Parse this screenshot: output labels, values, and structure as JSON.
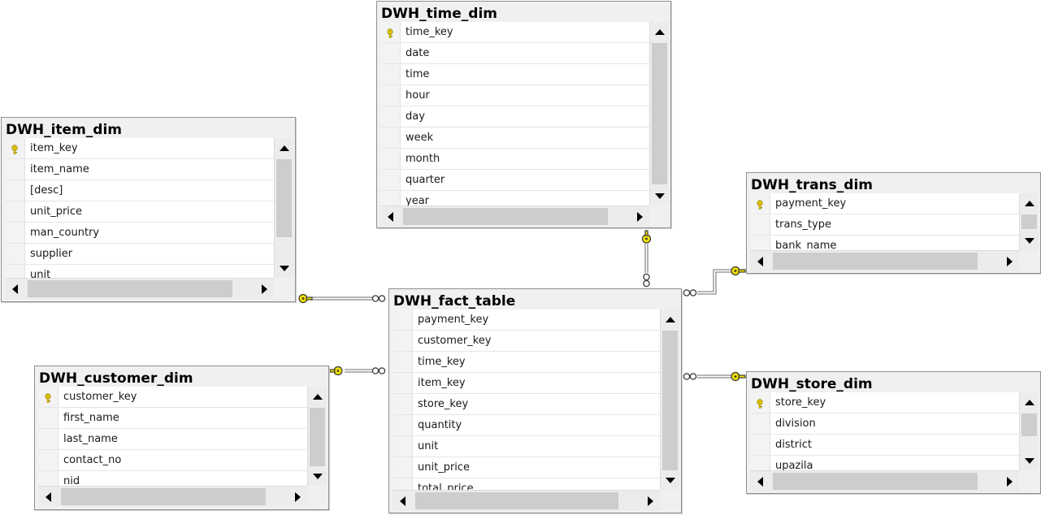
{
  "diagram": {
    "key_icon": "primary-key-icon",
    "link_colors": {
      "line": "#6e6e6e",
      "key_end": "#f0e000"
    },
    "tables": {
      "time_dim": {
        "title": "DWH_time_dim",
        "columns": [
          {
            "name": "time_key",
            "primary_key": true
          },
          {
            "name": "date",
            "primary_key": false
          },
          {
            "name": "time",
            "primary_key": false
          },
          {
            "name": "hour",
            "primary_key": false
          },
          {
            "name": "day",
            "primary_key": false
          },
          {
            "name": "week",
            "primary_key": false
          },
          {
            "name": "month",
            "primary_key": false
          },
          {
            "name": "quarter",
            "primary_key": false
          },
          {
            "name": "year",
            "primary_key": false
          }
        ]
      },
      "item_dim": {
        "title": "DWH_item_dim",
        "columns": [
          {
            "name": "item_key",
            "primary_key": true
          },
          {
            "name": "item_name",
            "primary_key": false
          },
          {
            "name": "[desc]",
            "primary_key": false
          },
          {
            "name": "unit_price",
            "primary_key": false
          },
          {
            "name": "man_country",
            "primary_key": false
          },
          {
            "name": "supplier",
            "primary_key": false
          },
          {
            "name": "unit",
            "primary_key": false
          }
        ]
      },
      "trans_dim": {
        "title": "DWH_trans_dim",
        "columns": [
          {
            "name": "payment_key",
            "primary_key": true
          },
          {
            "name": "trans_type",
            "primary_key": false
          },
          {
            "name": "bank_name",
            "primary_key": false
          }
        ]
      },
      "fact_table": {
        "title": "DWH_fact_table",
        "columns": [
          {
            "name": "payment_key",
            "primary_key": false
          },
          {
            "name": "customer_key",
            "primary_key": false
          },
          {
            "name": "time_key",
            "primary_key": false
          },
          {
            "name": "item_key",
            "primary_key": false
          },
          {
            "name": "store_key",
            "primary_key": false
          },
          {
            "name": "quantity",
            "primary_key": false
          },
          {
            "name": "unit",
            "primary_key": false
          },
          {
            "name": "unit_price",
            "primary_key": false
          },
          {
            "name": "total_price",
            "primary_key": false
          }
        ]
      },
      "customer_dim": {
        "title": "DWH_customer_dim",
        "columns": [
          {
            "name": "customer_key",
            "primary_key": true
          },
          {
            "name": "first_name",
            "primary_key": false
          },
          {
            "name": "last_name",
            "primary_key": false
          },
          {
            "name": "contact_no",
            "primary_key": false
          },
          {
            "name": "nid",
            "primary_key": false
          }
        ]
      },
      "store_dim": {
        "title": "DWH_store_dim",
        "columns": [
          {
            "name": "store_key",
            "primary_key": true
          },
          {
            "name": "division",
            "primary_key": false
          },
          {
            "name": "district",
            "primary_key": false
          },
          {
            "name": "upazila",
            "primary_key": false
          }
        ]
      }
    }
  }
}
